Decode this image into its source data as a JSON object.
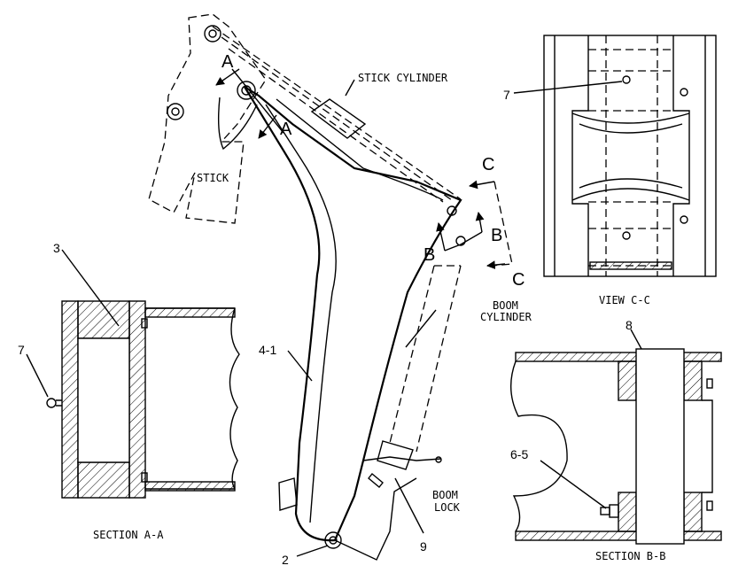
{
  "labels": {
    "stick_cylinder": "STICK CYLINDER",
    "stick": "STICK",
    "boom_cylinder_1": "BOOM",
    "boom_cylinder_2": "CYLINDER",
    "boom_lock_1": "BOOM",
    "boom_lock_2": "LOCK",
    "view_cc": "VIEW C-C",
    "section_aa": "SECTION A-A",
    "section_bb": "SECTION B-B"
  },
  "callouts": {
    "c3": "3",
    "c7_left": "7",
    "c7_view": "7",
    "c4_1": "4-1",
    "c8": "8",
    "c6_5": "6-5",
    "c2": "2",
    "c9": "9"
  },
  "section_markers": {
    "a_top": "A",
    "a_bottom": "A",
    "b_left": "B",
    "b_right": "B",
    "c_top": "C",
    "c_bottom": "C"
  }
}
